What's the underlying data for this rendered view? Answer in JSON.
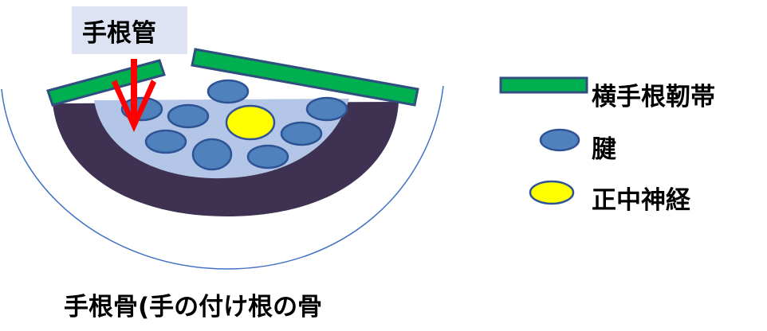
{
  "diagram": {
    "title": "手根管",
    "caption": "手根骨(手の付け根の骨",
    "legend": [
      {
        "label": "横手根靭帯",
        "icon": "green-bar-icon"
      },
      {
        "label": "腱",
        "icon": "blue-ellipse-icon"
      },
      {
        "label": "正中神経",
        "icon": "yellow-ellipse-icon"
      }
    ]
  },
  "colors": {
    "ligament": "#00b050",
    "ligament_stroke": "#2f4f7f",
    "tendon": "#4f81bd",
    "tendon_stroke": "#2f5496",
    "nerve": "#ffff00",
    "bone": "#3f3151",
    "canal": "#b4c6e7",
    "arrow": "#ff0000",
    "outline": "#4472c4"
  }
}
